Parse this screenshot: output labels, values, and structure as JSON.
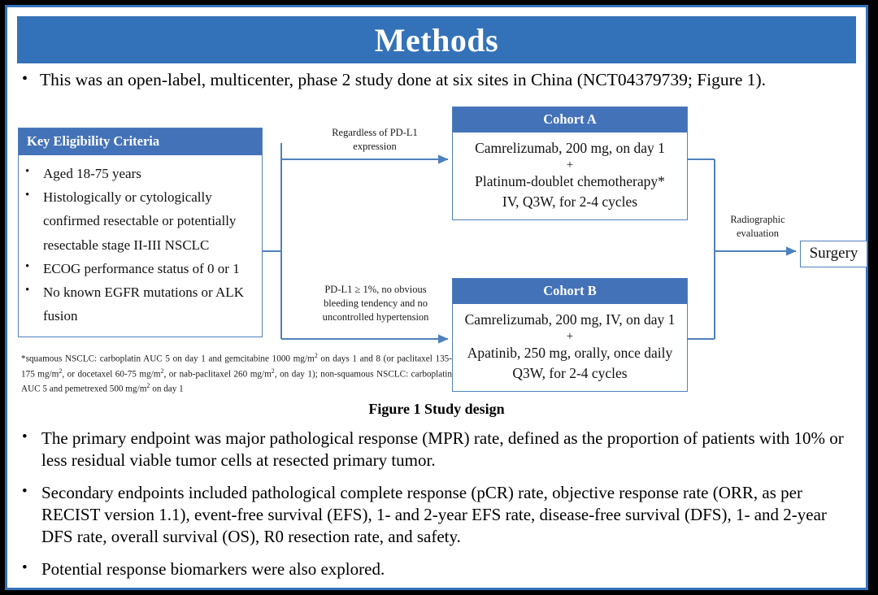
{
  "slide": {
    "title": "Methods",
    "accent_color": "#3372b8",
    "header_box_color": "#4472b8",
    "border_color": "#4f81bd",
    "background": "#ffffff",
    "page_background": "#000000"
  },
  "intro_bullet": {
    "marker": "•",
    "text": "This was an open-label, multicenter, phase 2 study done at six sites in China (NCT04379739; Figure 1)."
  },
  "figure": {
    "caption": "Figure 1 Study design",
    "eligibility": {
      "header": "Key  Eligibility Criteria",
      "marker": "•",
      "items": [
        "Aged 18-75 years",
        "Histologically or cytologically confirmed resectable or potentially resectable stage II-III  NSCLC",
        "ECOG performance status of 0 or 1",
        "No known EGFR mutations or ALK fusion"
      ]
    },
    "footnote": {
      "line1_pre": "*squamous NSCLC: carboplatin AUC 5 on day 1 and gemcitabine 1000 mg/m",
      "sup1": "2",
      "line1_post": " on days 1 and 8 (or paclitaxel 135-175  mg/m",
      "sup2": "2",
      "line2_post": ", or docetaxel 60-75 mg/m",
      "sup3": "2",
      "line3_post": ", or nab-paclitaxel 260 mg/m",
      "sup4": "2",
      "line4_post": ", on day 1); non-squamous NSCLC: carboplatin AUC 5 and pemetrexed 500 mg/m",
      "sup5": "2",
      "line5_post": " on day 1"
    },
    "cohort_a": {
      "header": "Cohort A",
      "line1": "Camrelizumab, 200 mg, on day 1",
      "plus": "+",
      "line2": "Platinum-doublet chemotherapy*",
      "line3": "IV, Q3W, for 2-4 cycles"
    },
    "cohort_b": {
      "header": "Cohort B",
      "line1": "Camrelizumab, 200 mg, IV, on day 1",
      "plus": "+",
      "line2": "Apatinib, 250 mg, orally, once daily",
      "line3": "Q3W, for 2-4 cycles"
    },
    "connector_labels": {
      "to_cohort_a_line1": "Regardless  of PD-L1",
      "to_cohort_a_line2": "expression",
      "to_cohort_b_line1": "PD-L1 ≥ 1%, no obvious",
      "to_cohort_b_line2": "bleeding tendency  and no",
      "to_cohort_b_line3": "uncontrolled  hypertension",
      "to_surgery_line1": "Radiographic",
      "to_surgery_line2": "evaluation"
    },
    "surgery": {
      "label": "Surgery"
    }
  },
  "endpoints_bullets": {
    "marker": "•",
    "items": [
      "The primary endpoint was major pathological response (MPR) rate, defined as the proportion of patients with 10% or less residual viable tumor cells at resected primary tumor.",
      "Secondary endpoints included pathological complete response (pCR) rate, objective response rate (ORR, as per RECIST version 1.1), event-free survival (EFS), 1- and 2-year EFS rate, disease-free survival (DFS), 1- and 2-year DFS rate, overall survival (OS), R0 resection rate, and safety.",
      "Potential response biomarkers were also explored."
    ]
  }
}
